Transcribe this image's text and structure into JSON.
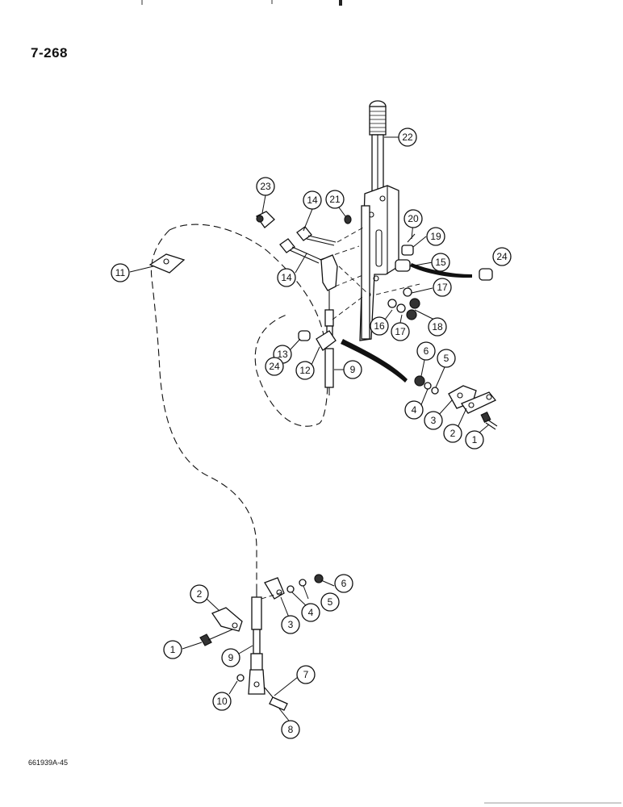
{
  "page": {
    "number": "7-268",
    "figure_code": "661939A-45"
  },
  "callouts": [
    {
      "id": "c22",
      "label": "22"
    },
    {
      "id": "c23",
      "label": "23"
    },
    {
      "id": "c14a",
      "label": "14"
    },
    {
      "id": "c21",
      "label": "21"
    },
    {
      "id": "c20",
      "label": "20"
    },
    {
      "id": "c19",
      "label": "19"
    },
    {
      "id": "c15",
      "label": "15"
    },
    {
      "id": "c24a",
      "label": "24"
    },
    {
      "id": "c11",
      "label": "11"
    },
    {
      "id": "c14b",
      "label": "14"
    },
    {
      "id": "c17a",
      "label": "17"
    },
    {
      "id": "c16",
      "label": "16"
    },
    {
      "id": "c17b",
      "label": "17"
    },
    {
      "id": "c18",
      "label": "18"
    },
    {
      "id": "c13",
      "label": "13"
    },
    {
      "id": "c24b",
      "label": "24"
    },
    {
      "id": "c12",
      "label": "12"
    },
    {
      "id": "c9a",
      "label": "9"
    },
    {
      "id": "c6a",
      "label": "6"
    },
    {
      "id": "c5a",
      "label": "5"
    },
    {
      "id": "c4a",
      "label": "4"
    },
    {
      "id": "c3a",
      "label": "3"
    },
    {
      "id": "c2a",
      "label": "2"
    },
    {
      "id": "c1a",
      "label": "1"
    },
    {
      "id": "c2b",
      "label": "2"
    },
    {
      "id": "c6b",
      "label": "6"
    },
    {
      "id": "c5b",
      "label": "5"
    },
    {
      "id": "c4b",
      "label": "4"
    },
    {
      "id": "c3b",
      "label": "3"
    },
    {
      "id": "c1b",
      "label": "1"
    },
    {
      "id": "c9b",
      "label": "9"
    },
    {
      "id": "c7",
      "label": "7"
    },
    {
      "id": "c10",
      "label": "10"
    },
    {
      "id": "c8",
      "label": "8"
    }
  ]
}
